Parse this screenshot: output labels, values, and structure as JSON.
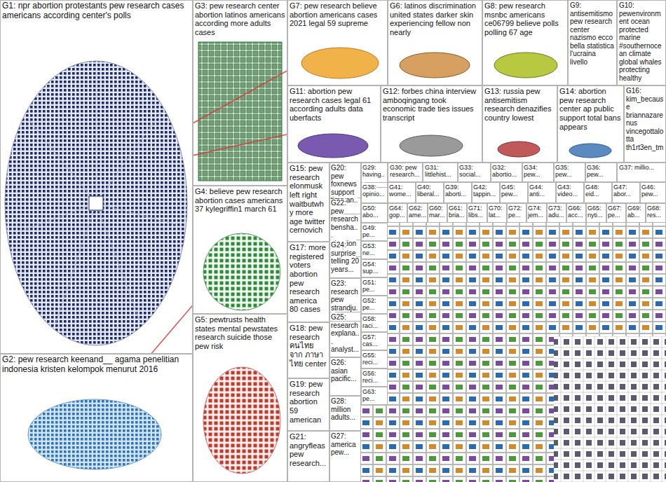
{
  "diagram": {
    "nodes": [
      {
        "text": [
          "G1: npr abortion protestants pew research cases americans according center's polls"
        ]
      },
      {
        "text": [
          "G2: pew research keenand__ agama penelitian indonesia kristen kelompok menurut 2016"
        ]
      },
      {
        "text": [
          "G3: pew research center abortion latinos americans according more adults cases"
        ]
      },
      {
        "text": [
          "G4: believe pew research abortion cases americans 37 kylegriffin1 march 61"
        ]
      },
      {
        "text": [
          "G5: pewtrusts health states mental pewstates research suicide those pew risk"
        ]
      },
      {
        "text": [
          "G7: pew research believe abortion americans cases 2021 legal 59 supreme"
        ]
      },
      {
        "text": [
          "G6: latinos discrimination united states darker skin experiencing fellow non nearly"
        ]
      },
      {
        "text": [
          "G8: pew research msnbc americans ce06799 believe polls polling 67 age"
        ]
      },
      {
        "text": [
          "G9: antisemitismo pew research center nazismo ecco bella statistica l'ucraina livello"
        ]
      },
      {
        "text": [
          "G10: pewenvironment ocean protected marine #southernocean climate global whales protecting healthy"
        ]
      },
      {
        "text": [
          "G11: abortion pew research cases legal 61 according adults data uberfacts"
        ]
      },
      {
        "text": [
          "G12: forbes china interview amboqingang took economic trade ties issues transcript"
        ]
      },
      {
        "text": [
          "G13: russia pew antisemitism research denazifies country lowest"
        ]
      },
      {
        "text": [
          "G14: abortion pew research center ap public support total bans appears"
        ]
      },
      {
        "text": [
          "G16: kim_because briannazarenus vincegottalotta th1rt3en_tm"
        ]
      },
      {
        "text": [
          "G15: pew research elonmusk left right waitbutwhy more age twitter cernovich"
        ]
      },
      {
        "text": [
          "G20: pew foxnews support timryan..."
        ]
      },
      {
        "text": [
          "G29: having..."
        ]
      },
      {
        "text": [
          "G30: pew research..."
        ]
      },
      {
        "text": [
          "G31: littlehist..."
        ]
      },
      {
        "text": [
          "G33: social..."
        ]
      },
      {
        "text": [
          "G32: abortio..."
        ]
      },
      {
        "text": [
          "G34: pew..."
        ]
      },
      {
        "text": [
          "G35: pew..."
        ]
      },
      {
        "text": [
          "G36: pew..."
        ]
      },
      {
        "text": [
          "G37: millio..."
        ]
      },
      {
        "text": [
          "G22: pew research bensha... abortion center..."
        ]
      },
      {
        "text": [
          "G38: opinio..."
        ]
      },
      {
        "text": [
          "G41: wome..."
        ]
      },
      {
        "text": [
          "G40: liberal..."
        ]
      },
      {
        "text": [
          "G39: aborti..."
        ]
      },
      {
        "text": [
          "G42: tappin..."
        ]
      },
      {
        "text": [
          "G45: pew..."
        ]
      },
      {
        "text": [
          "G44: anti..."
        ]
      },
      {
        "text": [
          "G43: video..."
        ]
      },
      {
        "text": [
          "G48: eid..."
        ]
      },
      {
        "text": [
          "G47: abor..."
        ]
      },
      {
        "text": [
          "G46: pew..."
        ]
      },
      {
        "text": [
          "G50: abo..."
        ]
      },
      {
        "text": [
          "G64: gop..."
        ]
      },
      {
        "text": [
          "G62: ame..."
        ]
      },
      {
        "text": [
          "G60: mar..."
        ]
      },
      {
        "text": [
          "G61: bria..."
        ]
      },
      {
        "text": [
          "G71: libs..."
        ]
      },
      {
        "text": [
          "G70: lat..."
        ]
      },
      {
        "text": [
          "G72: pe..."
        ]
      },
      {
        "text": [
          "G74: jem..."
        ]
      },
      {
        "text": [
          "G73: adu..."
        ]
      },
      {
        "text": [
          "G66: acc..."
        ]
      },
      {
        "text": [
          "G65: nyti..."
        ]
      },
      {
        "text": [
          "G67: pe..."
        ]
      },
      {
        "text": [
          "G69: ab..."
        ]
      },
      {
        "text": [
          "G68: res..."
        ]
      },
      {
        "text": [
          "G17: more registered voters abortion pew research america 80 cases"
        ]
      },
      {
        "text": [
          "G24: surprise telling 20 years..."
        ]
      },
      {
        "text": [
          "G49: pe..."
        ]
      },
      {
        "text": [
          "G53: ne..."
        ]
      },
      {
        "text": [
          "G54: sup..."
        ]
      },
      {
        "text": [
          "G23: research pew strandju..."
        ]
      },
      {
        "text": [
          "G51: pe..."
        ]
      },
      {
        "text": [
          "G52: pe..."
        ]
      },
      {
        "text": [
          "G18: pew research คนไทย จาก ภาษา ไทย center"
        ]
      },
      {
        "text": [
          "G25: research explana... analyst..."
        ]
      },
      {
        "text": [
          "G58: raci..."
        ]
      },
      {
        "text": [
          "G19: pew research abortion 59 american"
        ]
      },
      {
        "text": [
          "G26: asian pacific..."
        ]
      },
      {
        "text": [
          "G57: cas..."
        ]
      },
      {
        "text": [
          "G55: reci..."
        ]
      },
      {
        "text": [
          "G56: reci..."
        ]
      },
      {
        "text": [
          "G21: angryfleas pew research..."
        ]
      },
      {
        "text": [
          "G28: million adults..."
        ]
      },
      {
        "text": [
          "G63: pe..."
        ]
      },
      {
        "text": [
          "G27: america pew..."
        ]
      }
    ],
    "edges": [
      {
        "from": 0,
        "to": 5,
        "arrow": "none"
      },
      {
        "from": 0,
        "to": 10,
        "arrow": "none"
      },
      {
        "from": 1,
        "to": 3,
        "arrow": "none"
      }
    ]
  }
}
